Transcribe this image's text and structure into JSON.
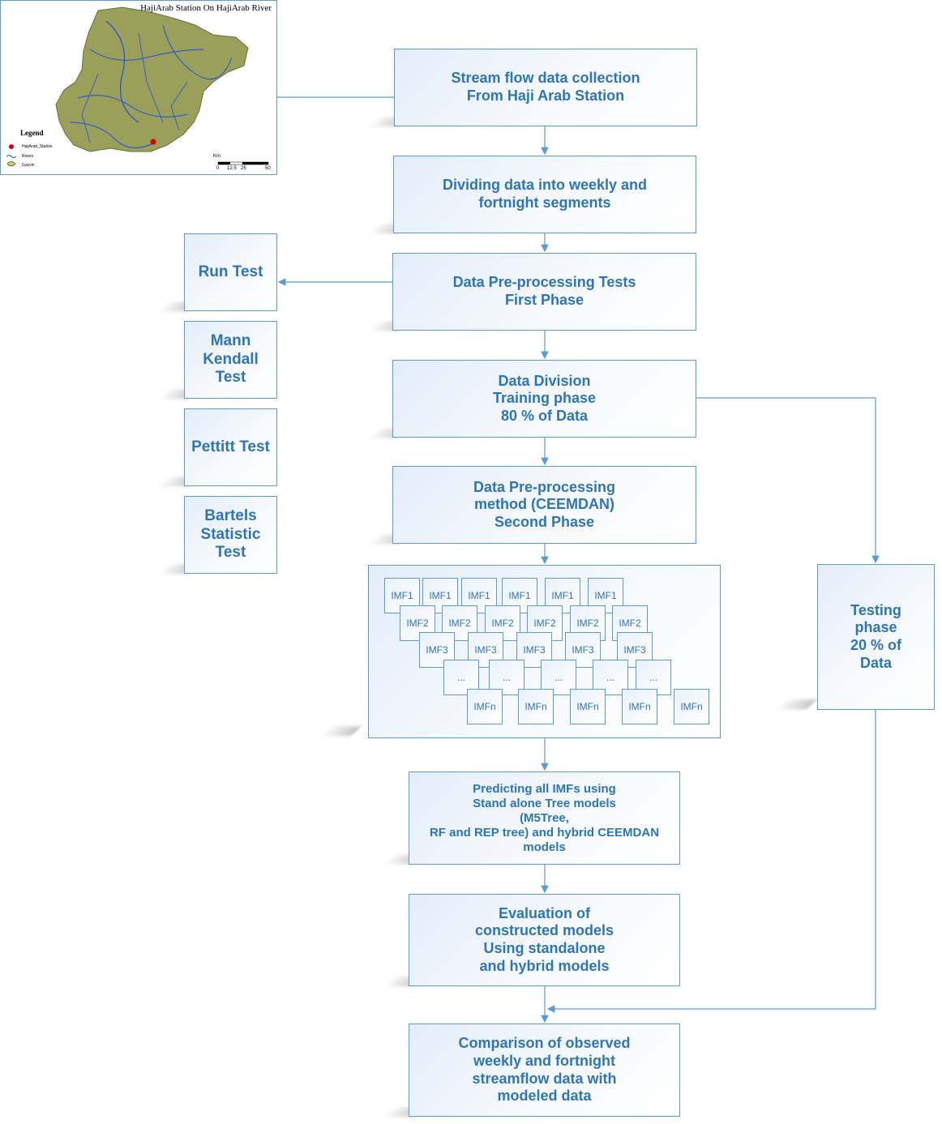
{
  "map": {
    "title": "HajiArab Station On HajiArab River",
    "legend_title": "Legend",
    "legend_items": [
      "HajiArab_Station",
      "Rivers",
      "Gazvin"
    ],
    "scale_unit": "Km",
    "scale_ticks": [
      "0",
      "12.5",
      "25",
      "50"
    ]
  },
  "flow": {
    "collect": "Stream flow data collection\nFrom Haji Arab Station",
    "divide": "Dividing data into weekly and\nfortnight segments",
    "preproc1": "Data Pre-processing Tests\nFirst Phase",
    "division": "Data Division\nTraining phase\n80 % of Data",
    "preproc2": "Data Pre-processing\nmethod (CEEMDAN)\nSecond Phase",
    "predict": "Predicting all IMFs using\nStand alone Tree models\n(M5Tree,\nRF and REP tree) and hybrid CEEMDAN\nmodels",
    "evaluate": "Evaluation of\nconstructed models\nUsing standalone\nand hybrid models",
    "compare": "Comparison of observed\nweekly and fortnight\nstreamflow data with\nmodeled data",
    "testing": "Testing\nphase\n20 % of\nData"
  },
  "tests": {
    "run": "Run Test",
    "mann": "Mann\nKendall\nTest",
    "pettitt": "Pettitt Test",
    "bartels": "Bartels\nStatistic\nTest"
  },
  "imfs": {
    "row1": [
      "IMF1",
      "IMF1",
      "IMF1",
      "IMF1",
      "IMF1",
      "IMF1"
    ],
    "row2": [
      "IMF2",
      "IMF2",
      "IMF2",
      "IMF2",
      "IMF2",
      "IMF2"
    ],
    "row3": [
      "IMF3",
      "IMF3",
      "IMF3",
      "IMF3",
      "IMF3"
    ],
    "row4": [
      "...",
      "...",
      "...",
      "...",
      "..."
    ],
    "row5": [
      "IMFn",
      "IMFn",
      "IMFn",
      "IMFn",
      "IMFn"
    ]
  },
  "colors": {
    "accent": "#2e75b6",
    "border": "#5b9bd5",
    "fill": "#e3edf9"
  }
}
